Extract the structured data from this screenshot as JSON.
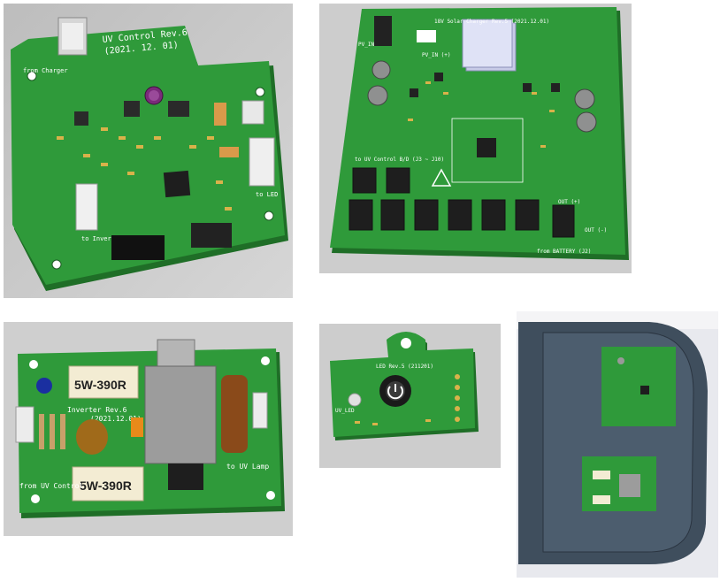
{
  "colors": {
    "background": "#ffffff",
    "render_bg": "#c9c9c9",
    "pcb_green": "#2f9a3a",
    "pcb_edge": "#1f6e27",
    "silkscreen": "#ffffff",
    "solder_pad": "#d9b24a",
    "photo_case": "#3f4e5d"
  },
  "boards": [
    {
      "id": "uv-control",
      "title_lines": [
        "UV Control Rev.6",
        "(2021. 12. 01)"
      ],
      "labels": [
        "from Charger",
        "to Inverter",
        "to LED"
      ]
    },
    {
      "id": "solar-charger",
      "title": "18V Solar Charger Rev.5 (2021.12.01)",
      "labels": [
        "PV_IN",
        "PV_IN (+)",
        "to UV Control B/D (J3 ~ J10)",
        "from BATTERY (J2)",
        "OUT (+)",
        "OUT (-)"
      ]
    },
    {
      "id": "inverter",
      "title_lines": [
        "Inverter Rev.6",
        "(2021.12.01)"
      ],
      "resistor_labels": [
        "5W-390R",
        "5W-390R"
      ],
      "labels": [
        "from UV Control",
        "to UV Lamp"
      ]
    },
    {
      "id": "led",
      "title": "LED Rev.5 (211201)",
      "labels": [
        "UV_LED"
      ]
    },
    {
      "id": "enclosure-photo",
      "labels": []
    }
  ]
}
